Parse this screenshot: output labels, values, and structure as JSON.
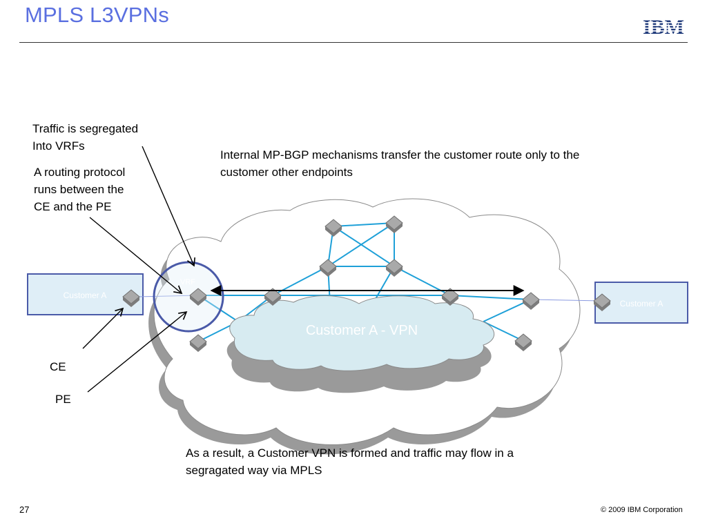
{
  "slide": {
    "title": "MPLS L3VPNs",
    "logo_text": "IBM",
    "page_number": "27",
    "copyright": "© 2009 IBM Corporation"
  },
  "annotations": {
    "traffic": "Traffic is segregated\nInto VRFs",
    "routing": "A routing protocol\nruns between the\nCE and the PE",
    "mpbgp": "Internal MP-BGP mechanisms transfer the customer route only to the\ncustomer other endpoints",
    "ce": "CE",
    "pe": "PE",
    "result": "As a result, a Customer VPN is formed and traffic may flow in a\nsegragated way via MPLS"
  },
  "diagram": {
    "vrf_label": "VRF",
    "customer_left": "Customer A",
    "customer_right": "Customer A",
    "vpn_cloud": "Customer A - VPN"
  },
  "colors": {
    "title": "#5a6fe0",
    "link": "#1ea0d8",
    "vrf_circle": "#4a5aa8",
    "customer_box_fill": "#dfeef7",
    "customer_box_border": "#4a5aa8",
    "vpn_cloud_fill": "#d7ebf1",
    "router_fill": "#a9a9a9"
  }
}
